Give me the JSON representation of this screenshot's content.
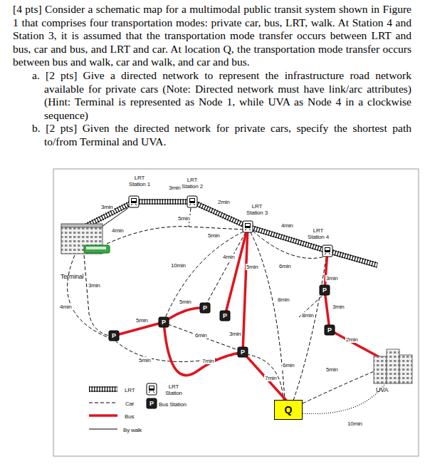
{
  "diagram": {
    "nodes": [
      {
        "text": [
          "Q"
        ]
      }
    ],
    "labels": [
      "[4 pts] Consider a schematic map for a multimodal public transit system shown in Figure 1 that comprises four transportation modes: private car, bus, LRT, walk. At Station 4 and Station 3, it is assumed that the transportation mode transfer occurs between LRT and bus, car and bus, and LRT and car. At location Q, the transportation mode transfer occurs between bus and walk, car and walk, and car and bus.",
      "a. [2 pts] Give a directed network to represent the infrastructure road network available for private cars (Note: Directed network must have link/arc attributes) (Hint: Terminal is represented as Node 1, while UVA as Node 4 in a clockwise sequence)",
      "b. [2 pts] Given the directed network for private cars, specify the shortest path to/from Terminal and UVA.",
      "LRT Station 1",
      "LRT Station 2",
      "LRT Station 3",
      "LRT Station 4",
      "Terminal",
      "UVA",
      "3min",
      "3min",
      "2min",
      "4min",
      "4min",
      "5min",
      "5min",
      "4min",
      "5min",
      "6min",
      "10min",
      "3min",
      "3min",
      "4min",
      "5min",
      "8min",
      "8min",
      "3min",
      "5min",
      "6min",
      "3min",
      "2min",
      "5min",
      "7min",
      "6min",
      "7min",
      "5min",
      "10min",
      "P",
      "P",
      "P",
      "P",
      "P",
      "P",
      "P",
      "P"
    ],
    "legend": [
      {
        "text": "LRT"
      },
      {
        "text": "LRT Station"
      },
      {
        "text": "Car"
      },
      {
        "text": "Bus Station"
      },
      {
        "text": "Bus"
      },
      {
        "text": "By walk"
      }
    ]
  }
}
